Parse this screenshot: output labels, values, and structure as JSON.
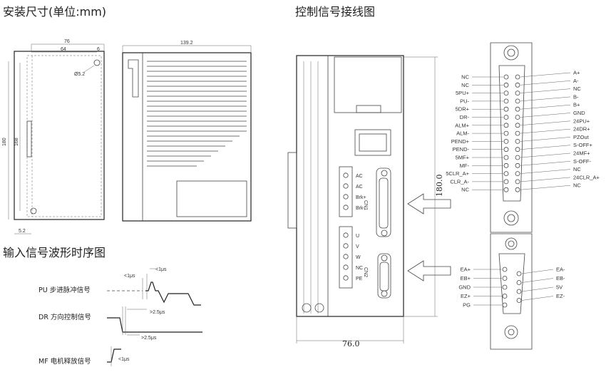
{
  "titles": {
    "dimensions": "安装尺寸(单位:mm)",
    "wiring": "控制信号接线图",
    "timing": "输入信号波形时序图"
  },
  "dims": {
    "w76": "76",
    "w64": "64",
    "w6": "6",
    "hole": "Ø5.2",
    "h180": "180",
    "h168": "168",
    "w52": "5.2",
    "w1392": "139.2",
    "front_h": "180.0",
    "front_w": "76.0"
  },
  "terminals": {
    "top": [
      "AC",
      "AC",
      "Brk+",
      "Brk-"
    ],
    "bottom": [
      "U",
      "V",
      "W",
      "NC",
      "PE"
    ],
    "cn1": "CN1",
    "cn2": "CN2"
  },
  "db25": {
    "left": [
      "NC",
      "NC",
      "5PU+",
      "PU-",
      "5DR+",
      "DR-",
      "ALM+",
      "ALM-",
      "PEND+",
      "PEND-",
      "5MF+",
      "MF-",
      "5CLR_A+",
      "CLR_A-",
      "NC"
    ],
    "right": [
      "A+",
      "A-",
      "NC",
      "B-",
      "B+",
      "GND",
      "24PU+",
      "24DR+",
      "PZOut",
      "S-OFF+",
      "24MF+",
      "S-OFF-",
      "NC",
      "24CLR_A+",
      "NC"
    ]
  },
  "db9": {
    "left": [
      "EA+",
      "EB+",
      "GND",
      "EZ+",
      "PG"
    ],
    "right": [
      "EA-",
      "EB-",
      "5V",
      "EZ-"
    ]
  },
  "timing": {
    "pu": "PU 步进脉冲信号",
    "dr": "DR 方向控制信号",
    "mf": "MF 电机释放信号",
    "t1": "<1μs",
    "t2": "<1μs",
    "t3": ">2.5μs",
    "t4": ">2.5μs",
    "t5": "<1μs"
  }
}
